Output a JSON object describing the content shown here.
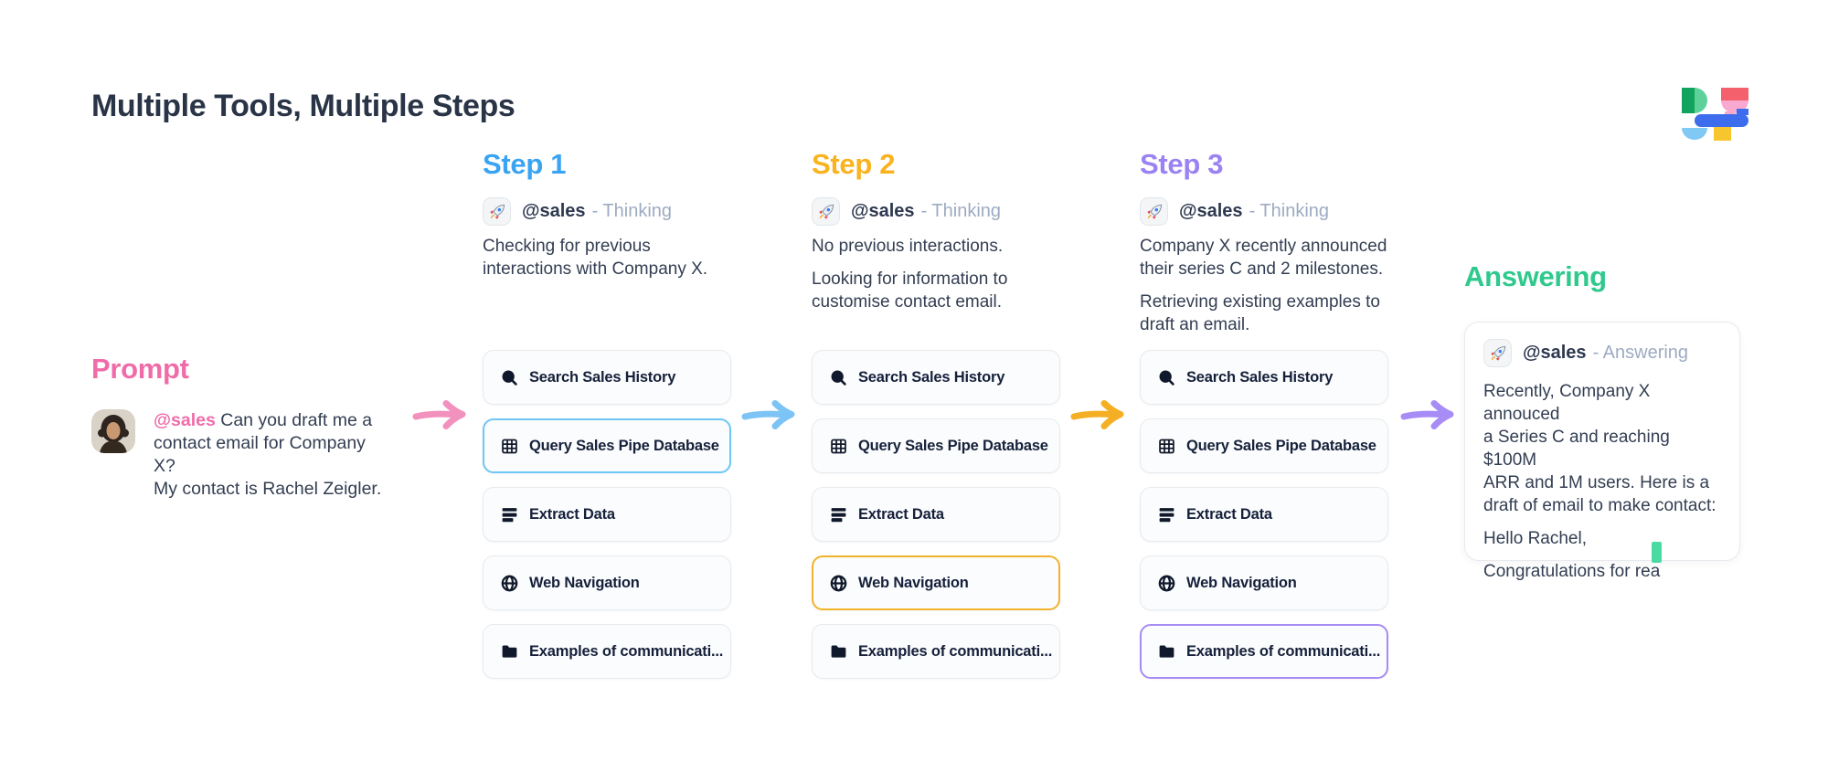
{
  "title": "Multiple Tools, Multiple Steps",
  "logo": {
    "name": "Dust"
  },
  "prompt": {
    "heading": "Prompt",
    "heading_color": "#EF6CA9",
    "mention": "@sales",
    "text": " Can you draft me a\ncontact email for Company X?\nMy contact is Rachel Zeigler."
  },
  "agent_name": "@sales",
  "tools": [
    {
      "label": "Search Sales History",
      "icon": "search-icon"
    },
    {
      "label": "Query Sales Pipe Database",
      "icon": "table-icon"
    },
    {
      "label": "Extract Data",
      "icon": "rows-icon"
    },
    {
      "label": "Web Navigation",
      "icon": "globe-icon"
    },
    {
      "label": "Examples of communicati...",
      "icon": "folder-icon"
    }
  ],
  "steps": [
    {
      "label": "Step 1",
      "color": "#3AA4F3",
      "status": "- Thinking",
      "thoughts": [
        "Checking for previous\ninteractions with Company X.",
        ""
      ],
      "highlighted_tool": 1,
      "highlight_color": "#6EC6F5"
    },
    {
      "label": "Step 2",
      "color": "#F8B31F",
      "status": "- Thinking",
      "thoughts": [
        "No previous interactions.",
        "Looking for information to\ncustomise contact email."
      ],
      "highlighted_tool": 3,
      "highlight_color": "#F2B32C"
    },
    {
      "label": "Step 3",
      "color": "#9B82F2",
      "status": "- Thinking",
      "thoughts": [
        "Company X recently announced\ntheir series C and 2 milestones.",
        "Retrieving existing examples to\ndraft an email."
      ],
      "highlighted_tool": 4,
      "highlight_color": "#A78BF5"
    }
  ],
  "arrows": [
    {
      "name": "prompt-to-step1",
      "color": "#F291BE"
    },
    {
      "name": "step1-to-step2",
      "color": "#7CC4F5"
    },
    {
      "name": "step2-to-step3",
      "color": "#F5AF25"
    },
    {
      "name": "step3-to-answering",
      "color": "#A78CF6"
    }
  ],
  "answering": {
    "heading": "Answering",
    "heading_color": "#2FC98D",
    "status": "- Answering",
    "paragraphs": [
      "Recently, Company X annouced\na Series C and reaching $100M\nARR and 1M users. Here is a\ndraft of email to make contact:",
      "Hello Rachel,",
      "Congratulations for rea"
    ],
    "cursor_color": "#4ADBA2"
  }
}
